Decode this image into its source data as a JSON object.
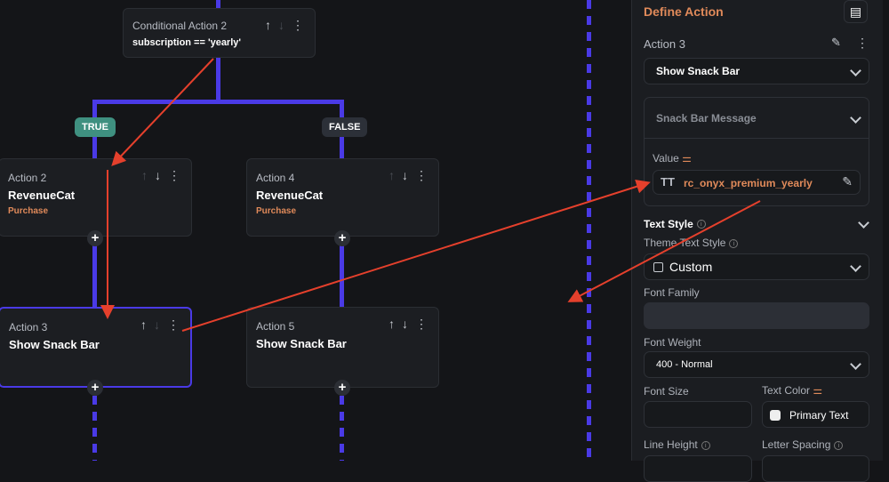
{
  "canvas": {
    "conditional": {
      "label": "Conditional Action 2",
      "expression": "subscription == 'yearly'"
    },
    "true_label": "TRUE",
    "false_label": "FALSE",
    "actions": [
      {
        "label": "Action 2",
        "title": "RevenueCat",
        "subtitle": "Purchase"
      },
      {
        "label": "Action 4",
        "title": "RevenueCat",
        "subtitle": "Purchase"
      },
      {
        "label": "Action 3",
        "title": "Show Snack Bar"
      },
      {
        "label": "Action 5",
        "title": "Show Snack Bar"
      }
    ],
    "plus": "+"
  },
  "panel": {
    "title": "Define Action",
    "action_name": "Action 3",
    "action_type": "Show Snack Bar",
    "message_section": "Snack Bar Message",
    "value_label": "Value",
    "value": "rc_onyx_premium_yearly",
    "text_style": "Text Style",
    "theme_text_style": "Theme Text Style",
    "theme_value": "Custom",
    "font_family": "Font Family",
    "font_family_value": "",
    "font_weight": "Font Weight",
    "font_weight_value": "400 - Normal",
    "font_size": "Font Size",
    "font_size_value": "",
    "text_color": "Text Color",
    "text_color_value": "Primary Text",
    "line_height": "Line Height",
    "letter_spacing": "Letter Spacing",
    "info": "i"
  },
  "colors": {
    "accent": "#4a3ae6",
    "orange": "#e08a5a",
    "true": "#3f9080",
    "annotation": "#e5402c"
  }
}
